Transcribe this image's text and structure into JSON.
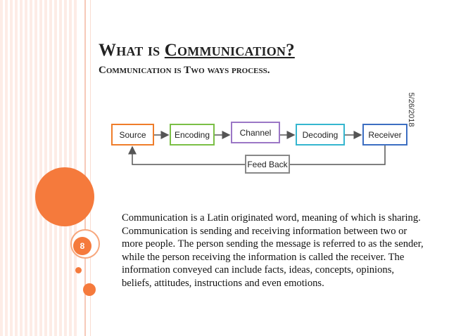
{
  "slide": {
    "title_plain": "What is ",
    "title_underlined": "Communication?",
    "subtitle": "Communication is Two ways process.",
    "date": "5/26/2018",
    "page_number": "8",
    "body": "Communication is a Latin originated word, meaning of which is sharing. Communication is sending and receiving information between two or more people. The person sending the message is referred to as the sender, while the person receiving the information is called the receiver. The information conveyed can include facts, ideas, concepts, opinions, beliefs, attitudes, instructions and even emotions."
  },
  "diagram": {
    "nodes": {
      "source": "Source",
      "encoding": "Encoding",
      "channel": "Channel",
      "decoding": "Decoding",
      "receiver": "Receiver",
      "feedback": "Feed Back"
    }
  }
}
